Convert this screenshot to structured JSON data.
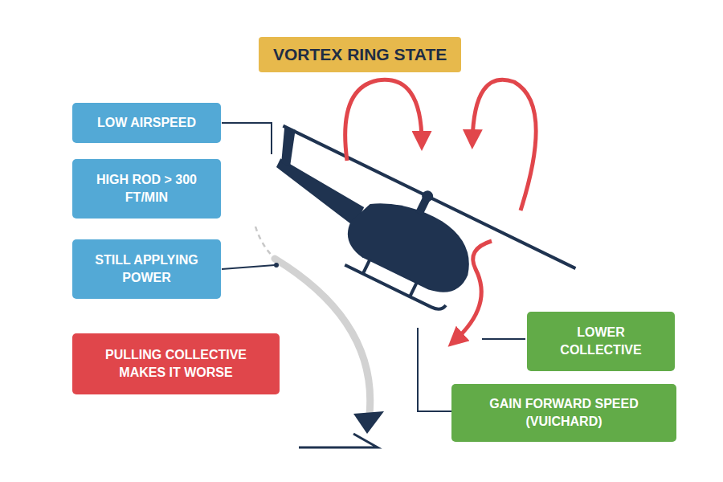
{
  "diagram": {
    "title": "VORTEX RING STATE",
    "nodes": [
      {
        "text": [
          "LOW AIRSPEED"
        ]
      },
      {
        "text": [
          "HIGH ROD > 300 FT/MIN"
        ]
      },
      {
        "text": [
          "STILL APPLYING POWER"
        ]
      },
      {
        "text": [
          "PULLING COLLECTIVE MAKES IT WORSE"
        ]
      },
      {
        "text": [
          "LOWER COLLECTIVE"
        ]
      },
      {
        "text": [
          "GAIN FORWARD SPEED (VUICHARD)"
        ]
      }
    ]
  }
}
